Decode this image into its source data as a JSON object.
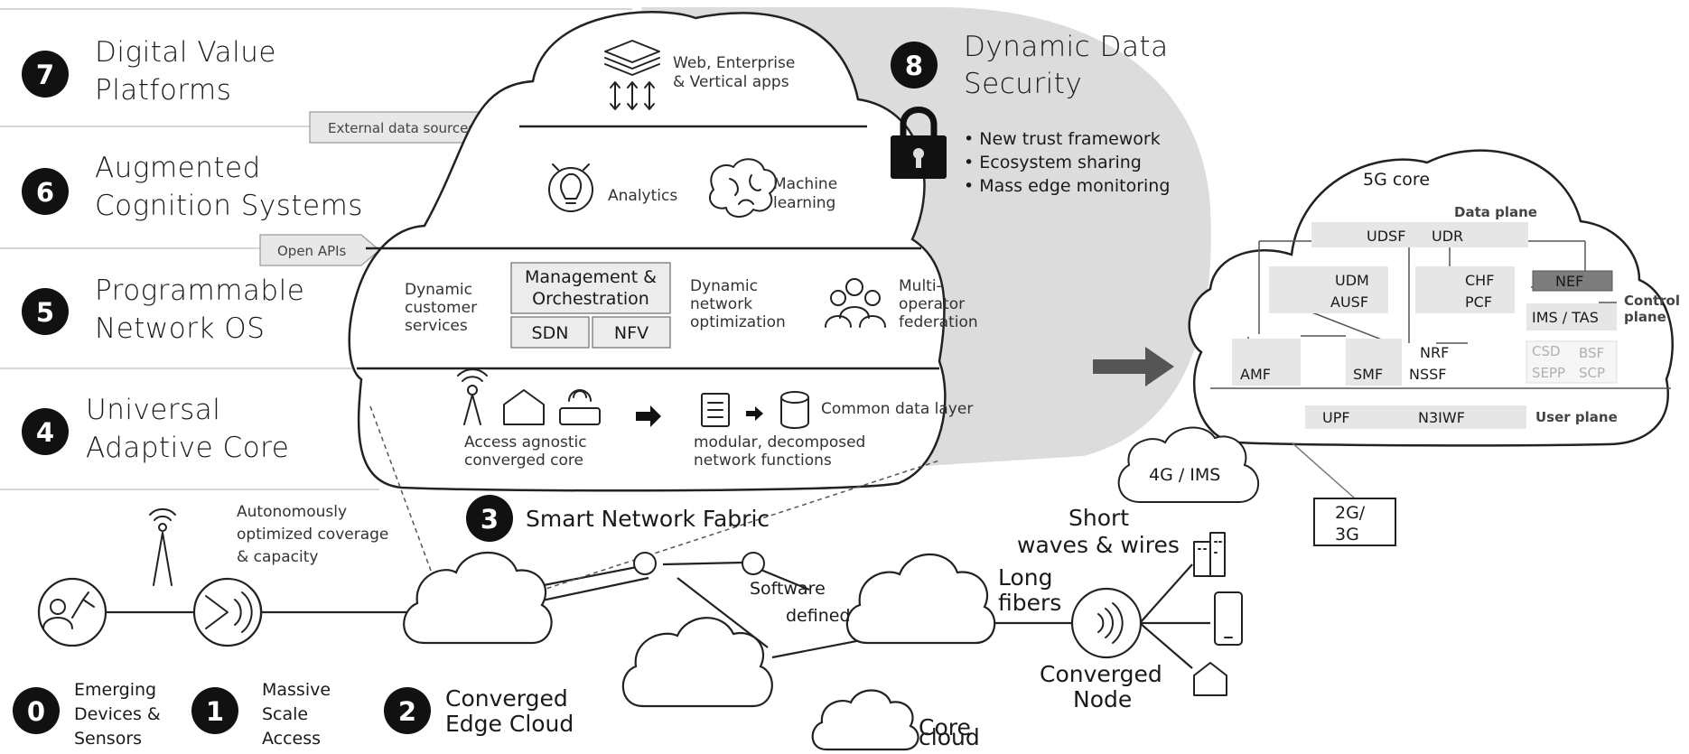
{
  "layers": {
    "l7": {
      "num": "7",
      "line1": "Digital Value",
      "line2": "Platforms"
    },
    "l6": {
      "num": "6",
      "line1": "Augmented",
      "line2": "Cognition Systems"
    },
    "l5": {
      "num": "5",
      "line1": "Programmable",
      "line2": "Network OS"
    },
    "l4": {
      "num": "4",
      "line1": "Universal",
      "line2": "Adaptive Core"
    },
    "l3": {
      "num": "3",
      "line1": "Smart Network Fabric"
    },
    "l2": {
      "num": "2",
      "line1": "Converged",
      "line2": "Edge Cloud"
    },
    "l1": {
      "num": "1",
      "line1": "Massive",
      "line2": "Scale",
      "line3": "Access"
    },
    "l0": {
      "num": "0",
      "line1": "Emerging",
      "line2": "Devices &",
      "line3": "Sensors"
    },
    "l8": {
      "num": "8",
      "line1": "Dynamic Data",
      "line2": "Security"
    }
  },
  "security_bullets": [
    "• New trust framework",
    "• Ecosystem sharing",
    "• Mass edge monitoring"
  ],
  "tags": {
    "external": "External data sources",
    "apis": "Open APIs"
  },
  "cloud": {
    "apps_line1": "Web, Enterprise",
    "apps_line2": "& Vertical apps",
    "analytics": "Analytics",
    "ml_line1": "Machine",
    "ml_line2": "learning",
    "dyn_cust": [
      "Dynamic",
      "customer",
      "services"
    ],
    "mgmt_line1": "Management &",
    "mgmt_line2": "Orchestration",
    "sdn": "SDN",
    "nfv": "NFV",
    "dyn_net": [
      "Dynamic",
      "network",
      "optimization"
    ],
    "federation": [
      "Multi-",
      "operator",
      "federation"
    ],
    "access_line1": "Access agnostic",
    "access_line2": "converged core",
    "modular_line1": "modular, decomposed",
    "modular_line2": "network functions",
    "common_data": "Common data layer"
  },
  "core5g": {
    "title": "5G core",
    "data_plane": "Data plane",
    "control_plane_line1": "Control",
    "control_plane_line2": "plane",
    "user_plane": "User plane",
    "udsf": "UDSF",
    "udr": "UDR",
    "udm": "UDM",
    "ausf": "AUSF",
    "chf": "CHF",
    "pcf": "PCF",
    "nef": "NEF",
    "ims_tas": "IMS / TAS",
    "csd": "CSD",
    "bsf": "BSF",
    "sepp": "SEPP",
    "scp": "SCP",
    "amf": "AMF",
    "smf": "SMF",
    "nrf": "NRF",
    "nssf": "NSSF",
    "upf": "UPF",
    "n3iwf": "N3IWF"
  },
  "legacy": {
    "ims4g": "4G / IMS",
    "g23_line1": "2G/",
    "g23_line2": "3G"
  },
  "fabric": {
    "autonomous": [
      "Autonomously",
      "optimized coverage",
      "& capacity"
    ],
    "software_line1": "Software",
    "software_line2": "defined",
    "long_line1": "Long",
    "long_line2": "fibers",
    "short_line1": "Short",
    "short_line2": "waves & wires",
    "converged_line1": "Converged",
    "converged_line2": "Node",
    "core_line1": "Core",
    "core_line2": "cloud"
  }
}
